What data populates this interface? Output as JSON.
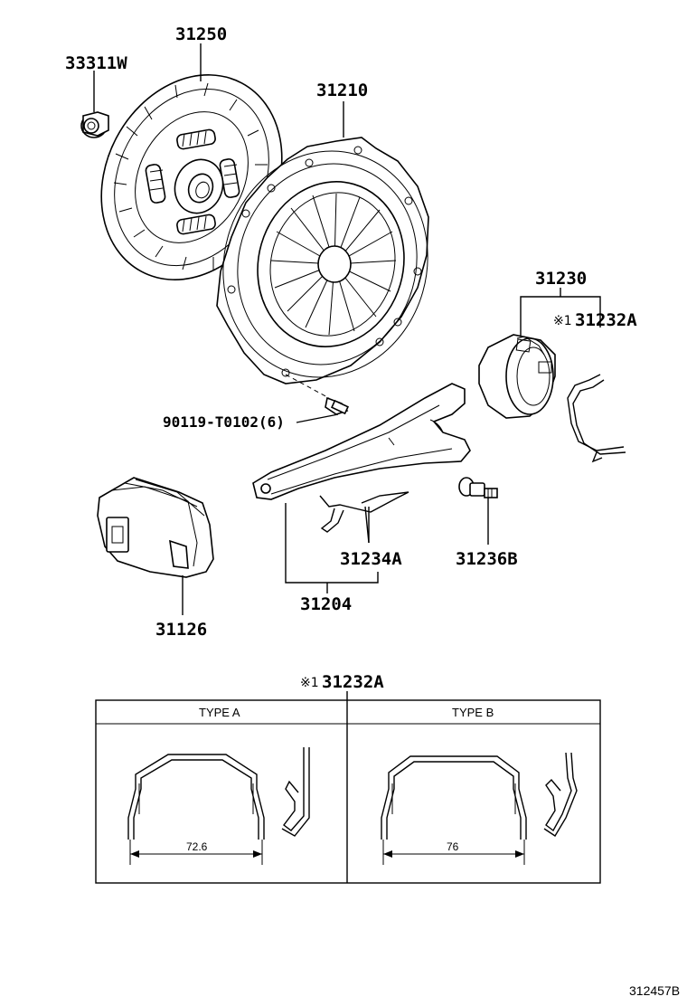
{
  "parts": {
    "p33311w": "33311W",
    "p31250": "31250",
    "p31210": "31210",
    "p31230": "31230",
    "p31232a": "31232A",
    "p90119": "90119-T0102(6)",
    "p31234a": "31234A",
    "p31236b": "31236B",
    "p31204": "31204",
    "p31126": "31126"
  },
  "note_mark": "※1",
  "detail": {
    "title_mark": "※1",
    "title_part": "31232A",
    "type_a_label": "TYPE A",
    "type_b_label": "TYPE B",
    "dim_a": "72.6",
    "dim_b": "76"
  },
  "figure_id": "312457B"
}
